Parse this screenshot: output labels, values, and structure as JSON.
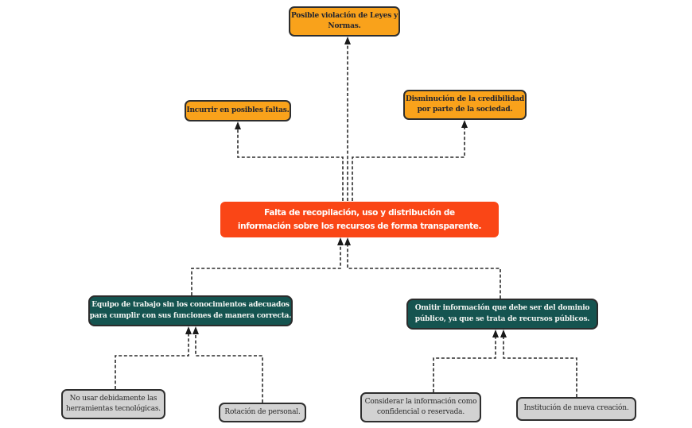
{
  "diagram": {
    "type": "cause-effect-tree",
    "background": "#ffffff",
    "colors": {
      "effect_box": "#F9A21B",
      "problem_box": "#FA4616",
      "cause_box": "#155450",
      "subcause_box": "#D2D2D2",
      "box_border": "#2E2E2E",
      "connector": "#2B2B2B",
      "effect_text": "#23242E",
      "problem_text": "#FFFFFF",
      "cause_text": "#F3F5F2",
      "subcause_text": "#2A2A2A"
    },
    "nodes": {
      "effect_top": {
        "label": "Posible violación de Leyes y Normas.",
        "lines": [
          "Posible violación de Leyes y",
          "Normas."
        ]
      },
      "effect_left": {
        "label": "Incurrir en posibles faltas.",
        "lines": [
          "Incurrir en posibles faltas."
        ]
      },
      "effect_right": {
        "label": "Disminución de la credibilidad por parte de la sociedad.",
        "lines": [
          "Disminución de la credibilidad",
          "por parte de la sociedad."
        ]
      },
      "problem": {
        "label": "Falta de recopilación, uso y distribución de información sobre los recursos de forma transparente.",
        "lines": [
          "Falta de recopilación, uso y distribución de",
          "información sobre los recursos de forma transparente."
        ]
      },
      "cause_left": {
        "label": "Equipo de trabajo sin los conocimientos adecuados para cumplir con sus funciones de manera correcta.",
        "lines": [
          "Equipo de trabajo sin los conocimientos adecuados",
          "para cumplir con sus funciones de manera correcta."
        ]
      },
      "cause_right": {
        "label": "Omitir información que debe ser del dominio público, ya que se trata de recursos públicos.",
        "lines": [
          "Omitir información que debe ser del dominio",
          "público, ya que se trata de recursos públicos."
        ]
      },
      "subcause_1": {
        "label": "No usar debidamente las herramientas tecnológicas.",
        "lines": [
          "No usar debidamente las",
          "herramientas tecnológicas."
        ]
      },
      "subcause_2": {
        "label": "Rotación de personal.",
        "lines": [
          "Rotación de personal."
        ]
      },
      "subcause_3": {
        "label": "Considerar la información como confidencial o reservada.",
        "lines": [
          "Considerar la información como",
          "confidencial o reservada."
        ]
      },
      "subcause_4": {
        "label": "Institución de nueva creación.",
        "lines": [
          "Institución de nueva creación."
        ]
      }
    }
  }
}
